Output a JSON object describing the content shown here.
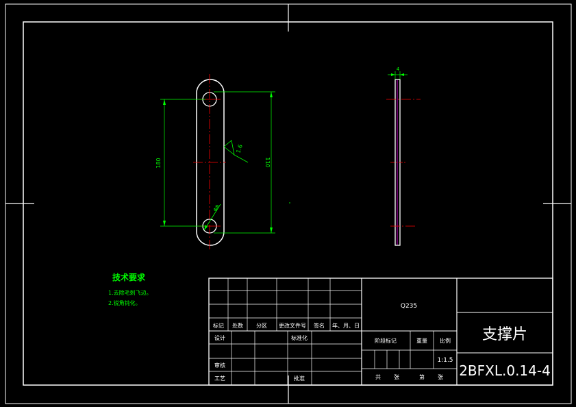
{
  "drawing": {
    "part_name": "支撑片",
    "drawing_number": "2BFXL.0.14-4",
    "material": "Q235",
    "scale": "1:1.5",
    "colors": {
      "background": "#000000",
      "outline": "#ffffff",
      "dimension": "#00ff00",
      "centerline": "#ff0000",
      "hidden": "#ff00ff"
    }
  },
  "dimensions": {
    "left_hole_spacing": "180",
    "right_hole_spacing": "110",
    "hole_diameter": "Φ8",
    "surface_roughness": "1.6",
    "thickness": "4"
  },
  "tech_requirements": {
    "title": "技术要求",
    "items": [
      "1.去除毛刺飞边。",
      "2.锐角钝化。"
    ]
  },
  "title_block": {
    "labels": {
      "mark": "标记",
      "count": "处数",
      "zone": "分区",
      "change_doc": "更改文件号",
      "sign": "签名",
      "date": "年、月、日",
      "design": "设计",
      "standardize": "标准化",
      "review": "审核",
      "process": "工艺",
      "approve": "批准",
      "stage_mark": "阶段标记",
      "weight": "重量",
      "ratio": "比例",
      "total": "共",
      "sheet_unit": "张",
      "nth": "第",
      "sheet_unit2": "张"
    }
  }
}
